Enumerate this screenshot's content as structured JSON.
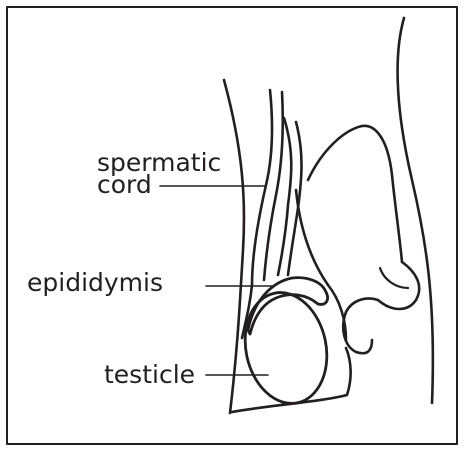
{
  "labels": {
    "spermatic_cord_line1": "spermatic",
    "spermatic_cord_line2": "cord",
    "epididymis": "epididymis",
    "testicle": "testicle"
  },
  "colors": {
    "stroke": "#231f20",
    "background": "#ffffff"
  }
}
